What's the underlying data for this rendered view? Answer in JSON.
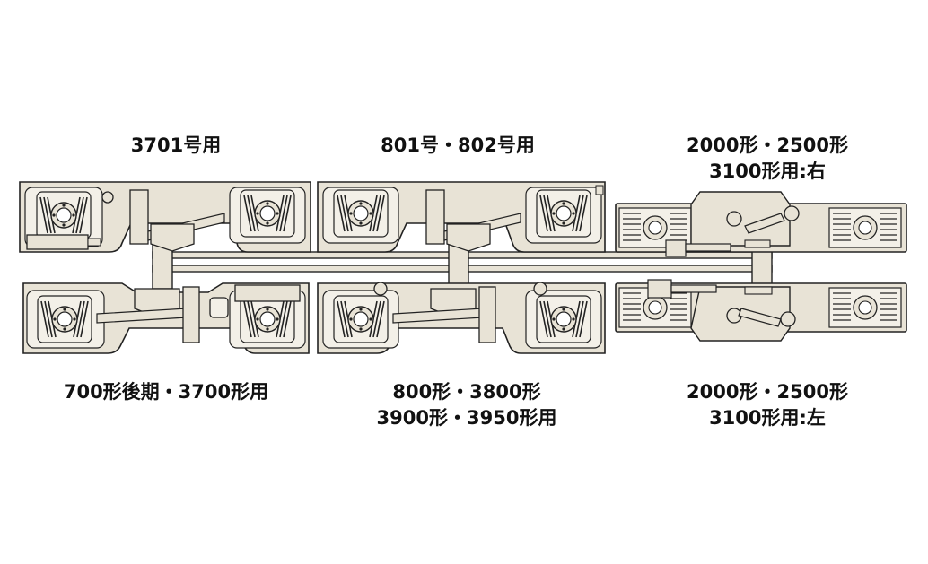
{
  "labels": {
    "top_left": "3701号用",
    "top_middle": "801号・802号用",
    "top_right_line1": "2000形・2500形",
    "top_right_line2": "3100形用:右",
    "bottom_left": "700形後期・3700形用",
    "bottom_middle_line1": "800形・3800形",
    "bottom_middle_line2": "3900形・3950形用",
    "bottom_right_line1": "2000形・2500形",
    "bottom_right_line2": "3100形用:左"
  },
  "colors": {
    "frame_fill": "#e8e3d6",
    "frame_stroke": "#222222",
    "inner_fill": "#f3f0e8",
    "spring_fill": "#ffffff",
    "background": "#ffffff"
  }
}
